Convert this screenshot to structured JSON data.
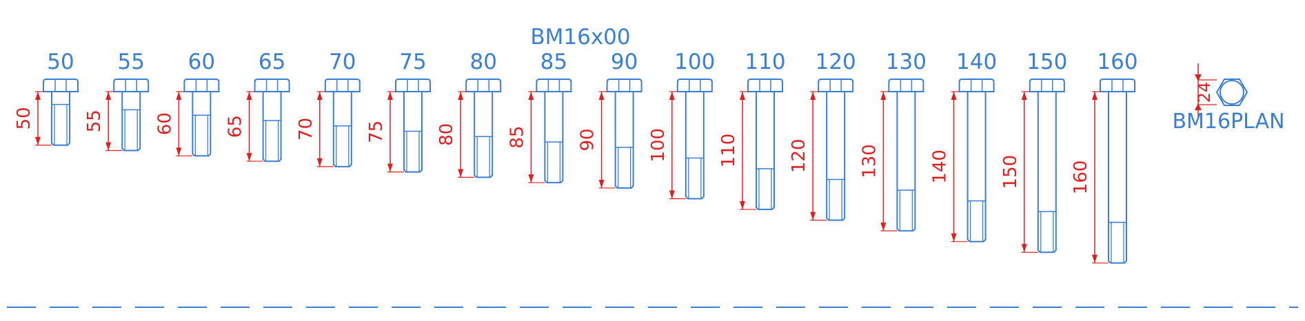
{
  "drawing": {
    "title": "BM16x00",
    "plan_label": "BM16PLAN",
    "plan_dimension": "24",
    "colors": {
      "outline": "#3a7fd6",
      "dimension": "#e02020"
    }
  },
  "bolts": [
    {
      "length": "50"
    },
    {
      "length": "55"
    },
    {
      "length": "60"
    },
    {
      "length": "65"
    },
    {
      "length": "70"
    },
    {
      "length": "75"
    },
    {
      "length": "80"
    },
    {
      "length": "85"
    },
    {
      "length": "90"
    },
    {
      "length": "100"
    },
    {
      "length": "110"
    },
    {
      "length": "120"
    },
    {
      "length": "130"
    },
    {
      "length": "140"
    },
    {
      "length": "150"
    },
    {
      "length": "160"
    }
  ]
}
